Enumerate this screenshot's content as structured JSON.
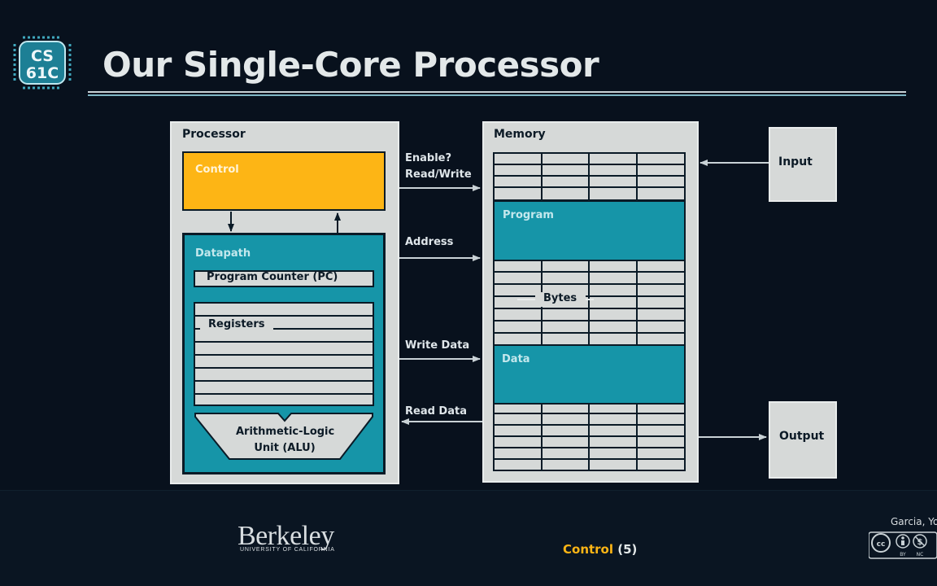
{
  "slide": {
    "title": "Our Single-Core Processor",
    "logo_text_top": "CS",
    "logo_text_bottom": "61C"
  },
  "diagram": {
    "processor": {
      "label": "Processor",
      "control_label": "Control",
      "datapath_label": "Datapath",
      "pc_label": "Program Counter (PC)",
      "registers_label": "Registers",
      "alu_label_line1": "Arithmetic-Logic",
      "alu_label_line2": "Unit (ALU)"
    },
    "memory": {
      "label": "Memory",
      "program_label": "Program",
      "bytes_label": "Bytes",
      "data_label": "Data"
    },
    "signals": {
      "enable": "Enable?",
      "read_write": "Read/Write",
      "address": "Address",
      "write_data": "Write Data",
      "read_data": "Read Data"
    },
    "input_label": "Input",
    "output_label": "Output"
  },
  "footer": {
    "institution": "Berkeley",
    "institution_sub": "UNIVERSITY OF CALIFORNIA",
    "topic": "Control",
    "page": "(5)",
    "author": "Garcia, Yo",
    "license_by": "BY",
    "license_nc": "NC"
  },
  "colors": {
    "background": "#08111d",
    "control_gold": "#fdb515",
    "teal": "#1695a8",
    "box_gray": "#d6d9d8"
  }
}
